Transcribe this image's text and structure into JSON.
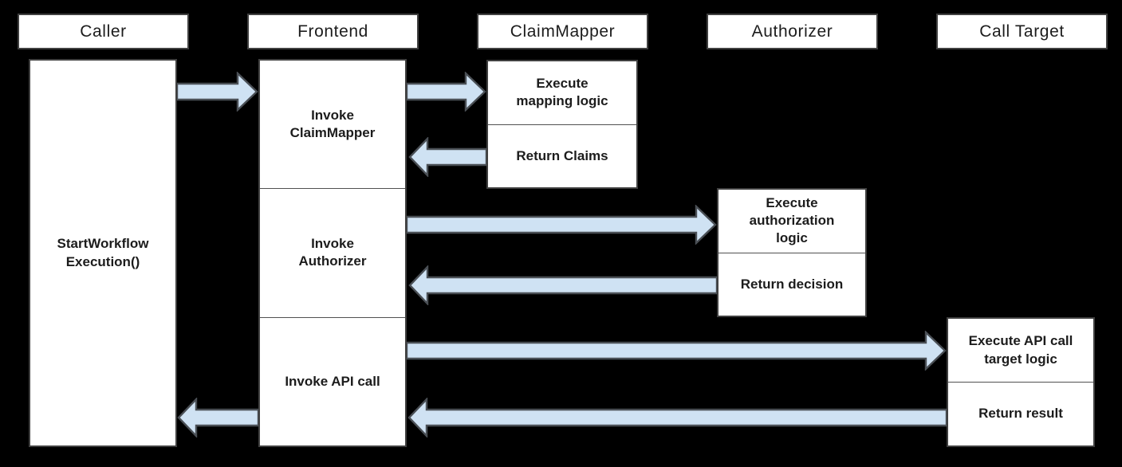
{
  "diagram_type": "sequence-diagram",
  "colors": {
    "background": "#000000",
    "box_fill": "#ffffff",
    "box_border": "#404040",
    "divider": "#515151",
    "arrow_fill": "#cfe2f3",
    "arrow_stroke": "#4a4f55",
    "text": "#1c1c1c"
  },
  "lifelines": [
    {
      "id": "caller",
      "header": "Caller"
    },
    {
      "id": "frontend",
      "header": "Frontend"
    },
    {
      "id": "claim_mapper",
      "header": "ClaimMapper"
    },
    {
      "id": "authorizer",
      "header": "Authorizer"
    },
    {
      "id": "call_target",
      "header": "Call Target"
    }
  ],
  "boxes": {
    "caller": {
      "label": "StartWorkflow\nExecution()"
    },
    "frontend": {
      "sections": [
        {
          "label": "Invoke\nClaimMapper"
        },
        {
          "label": "Invoke\nAuthorizer"
        },
        {
          "label": "Invoke API call"
        }
      ]
    },
    "claim_mapper": {
      "sections": [
        {
          "label": "Execute\nmapping logic"
        },
        {
          "label": "Return Claims"
        }
      ]
    },
    "authorizer": {
      "sections": [
        {
          "label": "Execute\nauthorization\nlogic"
        },
        {
          "label": "Return decision"
        }
      ]
    },
    "call_target": {
      "sections": [
        {
          "label": "Execute API call\ntarget logic"
        },
        {
          "label": "Return result"
        }
      ]
    }
  },
  "arrows": [
    {
      "from": "Caller",
      "to": "Frontend",
      "direction": "right"
    },
    {
      "from": "Frontend",
      "to": "ClaimMapper",
      "direction": "right"
    },
    {
      "from": "ClaimMapper",
      "to": "Frontend",
      "direction": "left"
    },
    {
      "from": "Frontend",
      "to": "Authorizer",
      "direction": "right"
    },
    {
      "from": "Authorizer",
      "to": "Frontend",
      "direction": "left"
    },
    {
      "from": "Frontend",
      "to": "Call Target",
      "direction": "right"
    },
    {
      "from": "Call Target",
      "to": "Frontend",
      "direction": "left"
    },
    {
      "from": "Frontend",
      "to": "Caller",
      "direction": "left"
    }
  ]
}
